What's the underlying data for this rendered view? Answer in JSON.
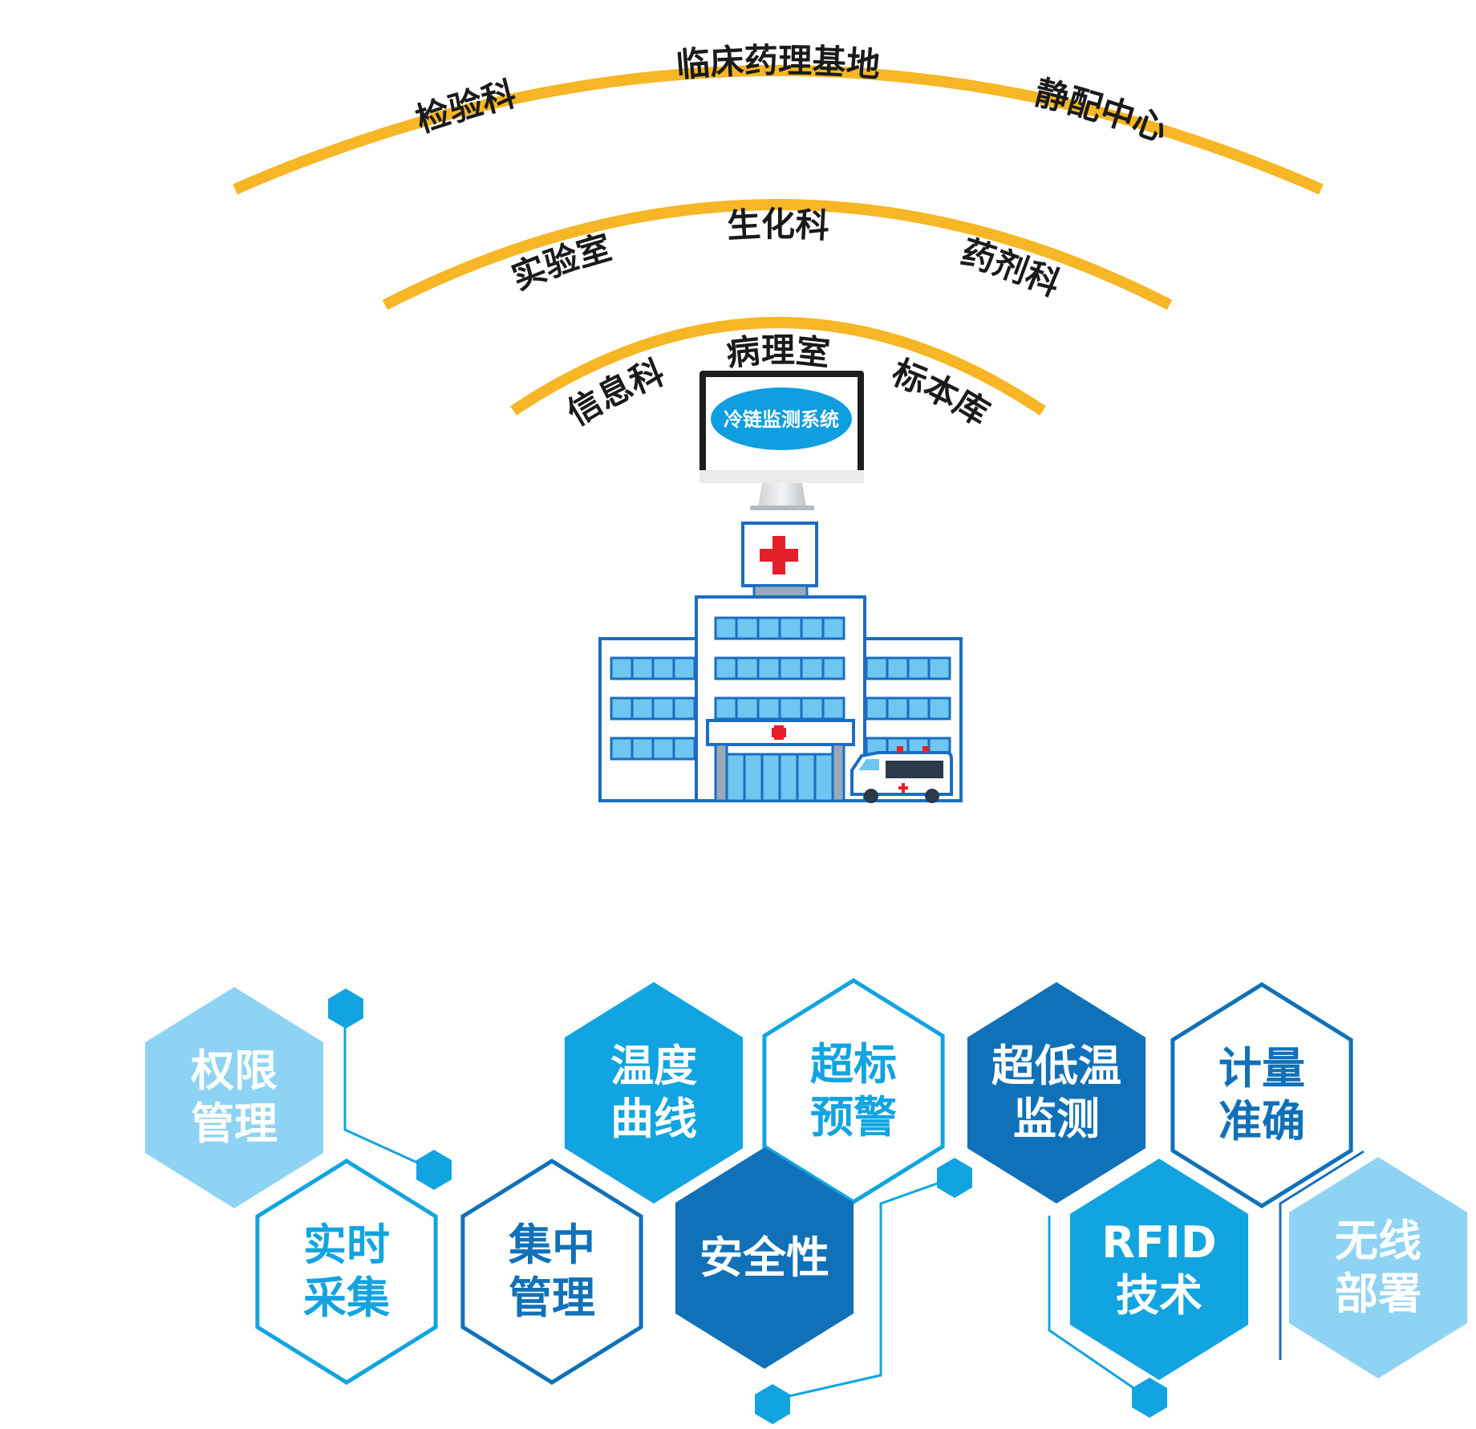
{
  "diagram": {
    "arcs": {
      "outer": {
        "left": "检验科",
        "center": "临床药理基地",
        "right": "静配中心"
      },
      "middle": {
        "left": "实验室",
        "center": "生化科",
        "right": "药剂科"
      },
      "inner": {
        "left": "信息科",
        "center": "病理室",
        "right": "标本库"
      }
    },
    "monitor": {
      "title": "冷链监测系统"
    },
    "features": [
      {
        "id": "permission",
        "line1": "权限",
        "line2": "管理",
        "style": "light"
      },
      {
        "id": "temp-curve",
        "line1": "温度",
        "line2": "曲线",
        "style": "mid"
      },
      {
        "id": "over-limit",
        "line1": "超标",
        "line2": "预警",
        "style": "outline-mid"
      },
      {
        "id": "ultra-low",
        "line1": "超低温",
        "line2": "监测",
        "style": "dark"
      },
      {
        "id": "metering",
        "line1": "计量",
        "line2": "准确",
        "style": "outline-dark"
      },
      {
        "id": "realtime",
        "line1": "实时",
        "line2": "采集",
        "style": "outline-mid"
      },
      {
        "id": "central",
        "line1": "集中",
        "line2": "管理",
        "style": "outline-dark"
      },
      {
        "id": "security",
        "line1": "安全性",
        "line2": "",
        "style": "dark"
      },
      {
        "id": "rfid",
        "line1": "RFID",
        "line2": "技术",
        "style": "mid"
      },
      {
        "id": "wireless",
        "line1": "无线",
        "line2": "部署",
        "style": "light"
      }
    ],
    "colors": {
      "arc": "#f6b625",
      "light": "#8fd3f4",
      "mid": "#12a4e0",
      "dark": "#1071b8",
      "frame": "#1b6dc1",
      "cross": "#e51f2a"
    }
  }
}
